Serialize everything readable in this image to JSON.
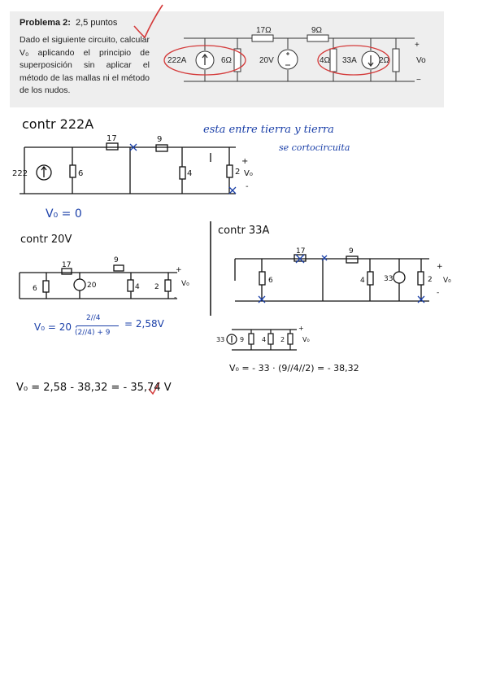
{
  "problem": {
    "heading": "Problema 2:",
    "points": "2,5 puntos",
    "statement": "Dado el siguiente circuito, calcular V₀ aplicando el principio de superposición sin aplicar el método de las mallas ni el método de los nudos."
  },
  "circuit": {
    "r17": "17Ω",
    "r9": "9Ω",
    "src222": "222A",
    "r6": "6Ω",
    "src20": "20V",
    "r4": "4Ω",
    "src33": "33A",
    "r2": "2Ω",
    "plus": "+",
    "minus": "−",
    "vo": "Vo"
  },
  "notes": {
    "contr222_title": "contr 222A",
    "contr222_comment_1": "esta entre tierra y tierra",
    "contr222_comment_2": "se cortocircuita",
    "contr222_result": "V₀ = 0",
    "contr20_title": "contr 20V",
    "contr20_result_a": "V₀ = 20 ·",
    "contr20_num": "2//4",
    "contr20_den": "(2//4) + 9",
    "contr20_result_b": "= 2,58V",
    "contr33_title": "contr 33A",
    "contr33_result": "V₀ = - 33 · (9//4//2) = - 38,32",
    "final": "V₀ = 2,58 - 38,32 = - 35,74 V"
  },
  "sketch_labels": {
    "l17": "17",
    "l9": "9",
    "l222": "222",
    "l6": "6",
    "l4": "4",
    "l2": "2",
    "lvo": "V₀",
    "l20": "20",
    "l33": "33",
    "plus": "+",
    "minus": "-"
  },
  "colors": {
    "ink": "#111111",
    "blue": "#1a3fa8",
    "red": "#d43a3a"
  }
}
